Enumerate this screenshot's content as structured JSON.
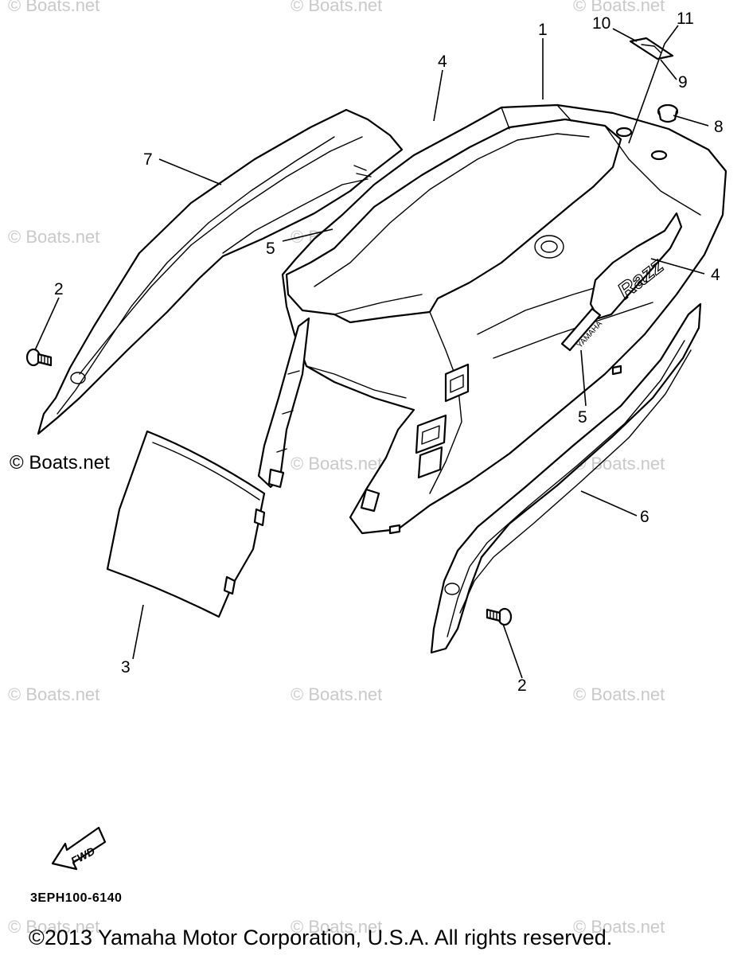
{
  "watermark": "© Boats.net",
  "watermark_solid": "© Boats.net",
  "callouts": {
    "n1": "1",
    "n2a": "2",
    "n2b": "2",
    "n3": "3",
    "n4a": "4",
    "n4b": "4",
    "n5a": "5",
    "n5b": "5",
    "n6": "6",
    "n7": "7",
    "n8": "8",
    "n9": "9",
    "n10": "10",
    "n11": "11"
  },
  "emblem_text": "Razz",
  "badge_text": "YAMAHA",
  "fwd_label": "FWD",
  "figure_code": "3EPH100-6140",
  "copyright": "©2013 Yamaha Motor Corporation, U.S.A. All rights reserved."
}
